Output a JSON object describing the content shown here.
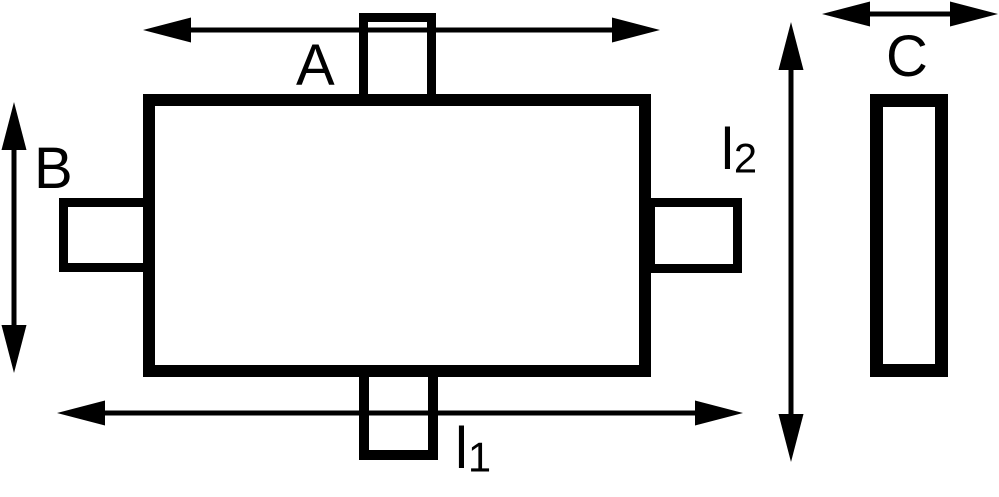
{
  "colors": {
    "background": "#ffffff",
    "line": "#000000"
  },
  "labels": {
    "body_width": "A",
    "body_height": "B",
    "thickness": "C",
    "overall_length": {
      "base": "l",
      "sub": "1"
    },
    "overall_height": {
      "base": "l",
      "sub": "2"
    }
  }
}
